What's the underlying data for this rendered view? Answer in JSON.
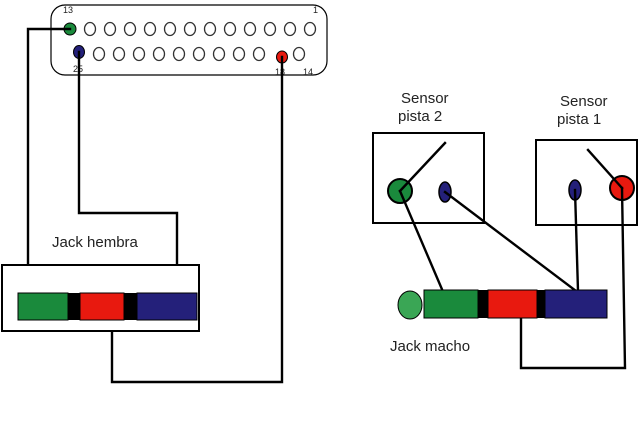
{
  "connector": {
    "pin_13": "13",
    "pin_1": "1",
    "pin_25": "25",
    "pin_18": "18",
    "pin_14": "14"
  },
  "labels": {
    "jack_hembra": "Jack hembra",
    "jack_macho": "Jack macho",
    "sensor_2_line1": "Sensor",
    "sensor_2_line2": "pista 2",
    "sensor_1_line1": "Sensor",
    "sensor_1_line2": "pista 1"
  },
  "colors": {
    "green": "#1a8a3c",
    "red": "#e8190f",
    "navy": "#24207a",
    "black": "#000000",
    "light_green": "#3aa655"
  }
}
